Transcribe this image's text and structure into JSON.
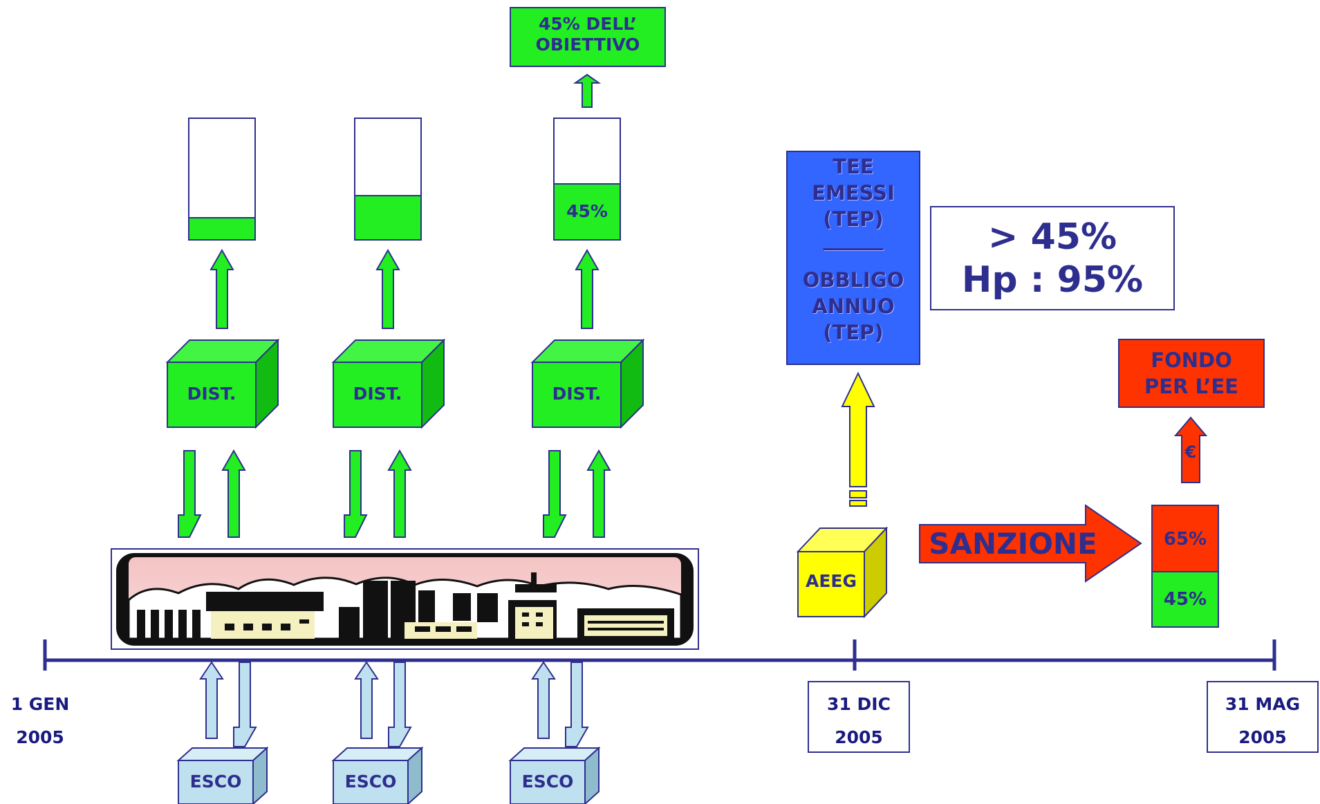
{
  "goal_box": {
    "line1": "45% DELL’",
    "line2": "OBIETTIVO"
  },
  "gauges": {
    "third_label": "45%"
  },
  "distributors": [
    "DIST.",
    "DIST.",
    "DIST."
  ],
  "escos": [
    "ESCO",
    "ESCO",
    "ESCO"
  ],
  "tee_box": {
    "line1": "TEE",
    "line2": "EMESSI",
    "line3": "(TEP)",
    "divider": "______",
    "line4": "OBBLIGO",
    "line5": "ANNUO",
    "line6": "(TEP)"
  },
  "threshold_box": {
    "line1": "> 45%",
    "line2": "Hp : 95%"
  },
  "fund_box": {
    "line1": "FONDO",
    "line2": "PER L’EE"
  },
  "euro_symbol": "€",
  "sanction_label": "SANZIONE",
  "aeeg_label": "AEEG",
  "split_bar": {
    "top_label": "65%",
    "bottom_label": "45%"
  },
  "timeline": {
    "start_line1": "1 GEN",
    "start_line2": "2005",
    "mid_line1": "31 DIC",
    "mid_line2": "2005",
    "end_line1": "31 MAG",
    "end_line2": "2005"
  },
  "colors": {
    "navy": "#2e2e8f",
    "green": "#22ee22",
    "blue": "#3366ff",
    "red": "#ff3300",
    "yellow": "#ffff00",
    "light_blue": "#bfe0ee"
  }
}
